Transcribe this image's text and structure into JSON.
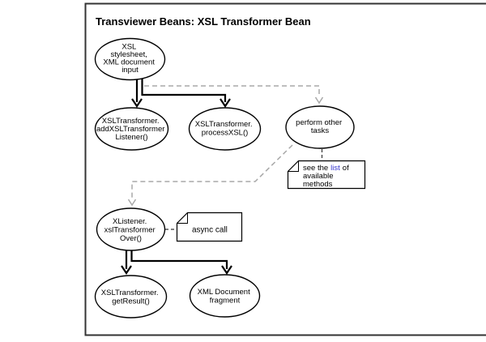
{
  "title": "Transviewer Beans: XSL Transformer Bean",
  "nodes": {
    "xsl_input": {
      "lines": [
        "XSL",
        "stylesheet,",
        "XML document",
        "input"
      ]
    },
    "add_listener": {
      "lines": [
        "XSLTransformer.",
        "addXSLTransformer",
        "Listener()"
      ]
    },
    "process_xsl": {
      "lines": [
        "XSLTransformer.",
        "processXSL()"
      ]
    },
    "perform_tasks": {
      "lines": [
        "perform other",
        "tasks"
      ]
    },
    "listener_over": {
      "lines": [
        "XListener.",
        "xslTransformer",
        "Over()"
      ]
    },
    "get_result": {
      "lines": [
        "XSLTransformer.",
        "getResult()"
      ]
    },
    "xml_fragment": {
      "lines": [
        "XML Document",
        "fragment"
      ]
    }
  },
  "notes": {
    "methods": {
      "line1_pre": "see the",
      "line1_link": "list",
      "line1_post": "of",
      "line2": "available",
      "line3": "methods"
    },
    "async": {
      "text": "async call"
    }
  },
  "connectors": [
    {
      "from": "xsl_input",
      "to": "add_listener",
      "style": "solid"
    },
    {
      "from": "xsl_input",
      "to": "process_xsl",
      "style": "solid"
    },
    {
      "from": "xsl_input",
      "to": "perform_tasks",
      "style": "dashed-gray"
    },
    {
      "from": "perform_tasks",
      "to": "methods-note",
      "style": "dashed-dark"
    },
    {
      "from": "perform_tasks",
      "to": "listener_over",
      "style": "dashed-gray"
    },
    {
      "from": "listener_over",
      "to": "async-note",
      "style": "dashed-dark"
    },
    {
      "from": "listener_over",
      "to": "get_result",
      "style": "solid"
    },
    {
      "from": "listener_over",
      "to": "xml_fragment",
      "style": "solid"
    }
  ],
  "colors": {
    "node_stroke": "#000000",
    "dashed_gray": "#a8a8a8",
    "link_blue": "#3333cc",
    "frame": "#333333"
  }
}
